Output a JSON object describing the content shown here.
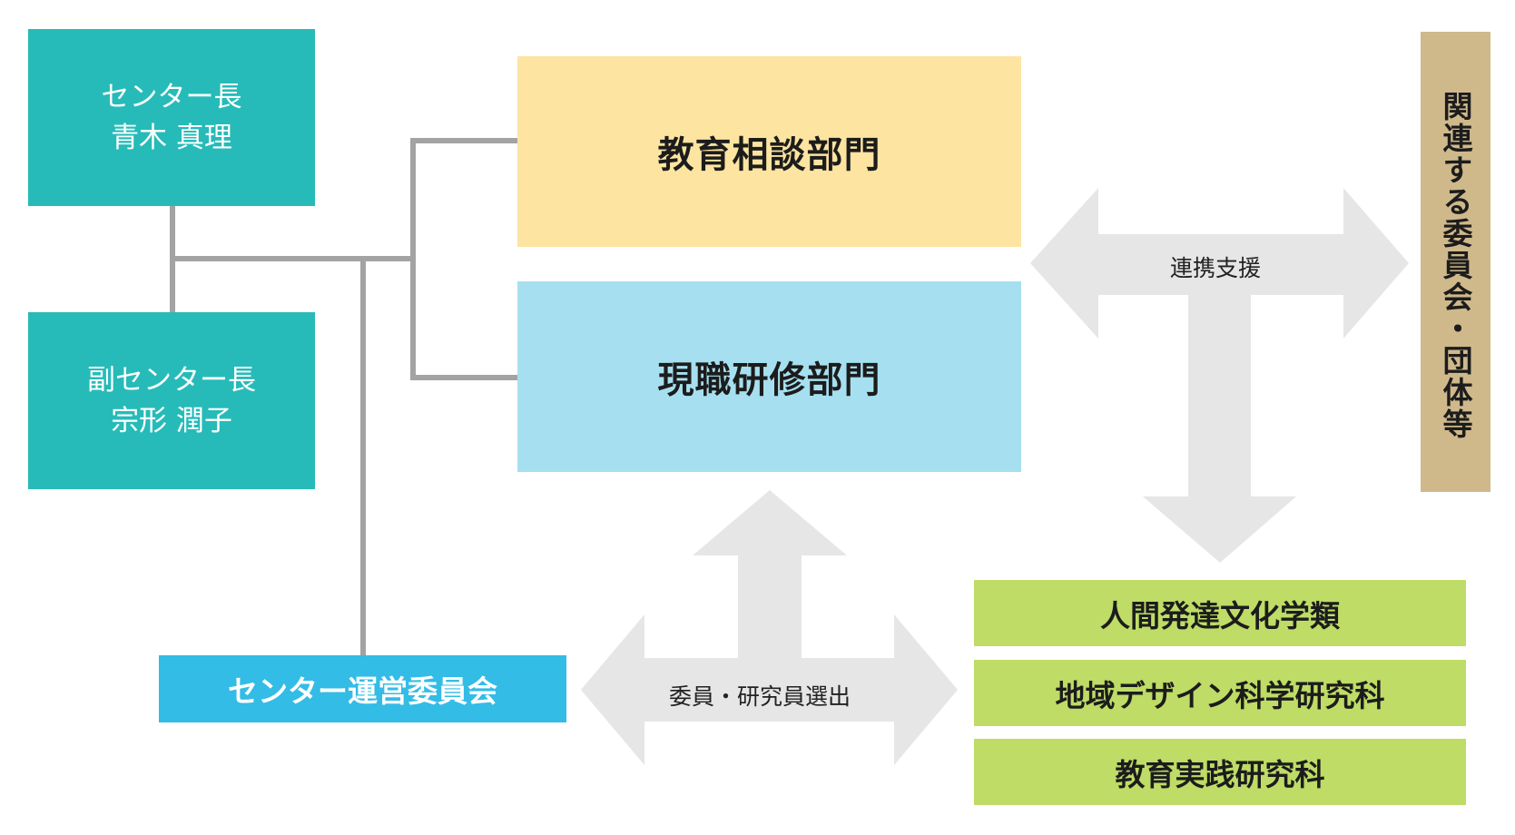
{
  "director": {
    "title": "センター長",
    "name": "青木 真理"
  },
  "vice_director": {
    "title": "副センター長",
    "name": "宗形 潤子"
  },
  "departments": {
    "counseling": "教育相談部門",
    "training": "現職研修部門"
  },
  "committee": "センター運営委員会",
  "related": "関連する委員会・団体等",
  "arrows": {
    "support_label": "連携支援",
    "selection_label": "委員・研究員選出"
  },
  "faculties": [
    "人間発達文化学類",
    "地域デザイン科学研究科",
    "教育実践研究科"
  ],
  "colors": {
    "teal": "#26bbb9",
    "counseling_bg": "#fde4a0",
    "training_bg": "#a6e0f0",
    "committee_bg": "#33bce6",
    "related_bg": "#cfb98b",
    "faculty_bg": "#bedc66",
    "arrow": "#e6e6e6",
    "connector": "#a3a3a3"
  }
}
